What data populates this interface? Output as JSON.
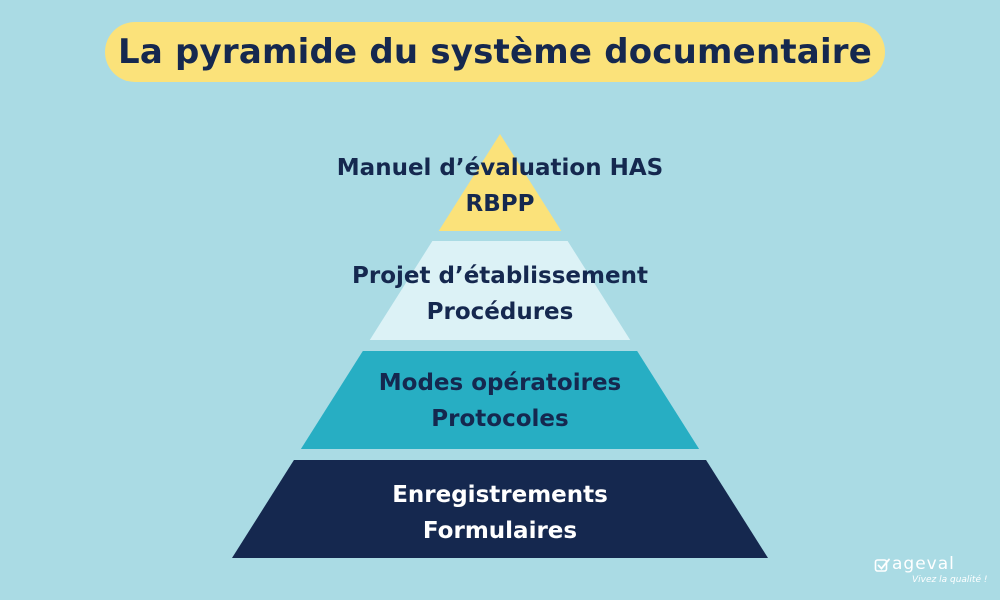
{
  "title": "La pyramide du système documentaire",
  "levels": [
    {
      "line1": "Manuel d’évaluation HAS",
      "line2": "RBPP",
      "color": "#fbe27a",
      "text_color": "#15284f"
    },
    {
      "line1": "Projet d’établissement",
      "line2": "Procédures",
      "color": "#dcf2f6",
      "text_color": "#15284f"
    },
    {
      "line1": "Modes opératoires",
      "line2": "Protocoles",
      "color": "#27aec3",
      "text_color": "#15284f"
    },
    {
      "line1": "Enregistrements",
      "line2": "Formulaires",
      "color": "#15284f",
      "text_color": "#ffffff"
    }
  ],
  "logo": {
    "name": "ageval",
    "tagline": "Vivez la qualité !",
    "icon": "check-square-icon"
  },
  "colors": {
    "background": "#aadbe4",
    "title_pill": "#fbe27a",
    "title_text": "#15284f"
  }
}
